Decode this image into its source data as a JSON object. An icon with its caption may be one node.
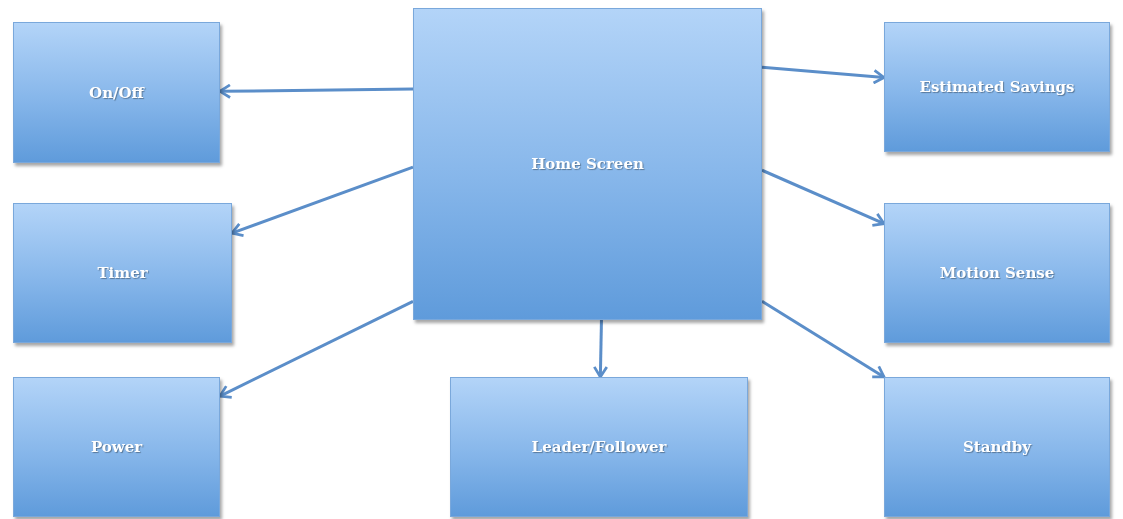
{
  "diagram": {
    "nodes": [
      {
        "text": [
          "Home Screen"
        ]
      },
      {
        "text": [
          "On/Off"
        ]
      },
      {
        "text": [
          "Timer"
        ]
      },
      {
        "text": [
          "Power"
        ]
      },
      {
        "text": [
          "Leader/Follower"
        ]
      },
      {
        "text": [
          "Estimated Savings"
        ]
      },
      {
        "text": [
          "Motion Sense"
        ]
      },
      {
        "text": [
          "Standby"
        ]
      }
    ],
    "edges": [
      {
        "from": 0,
        "to": 1,
        "arrow": "to"
      },
      {
        "from": 0,
        "to": 2,
        "arrow": "to"
      },
      {
        "from": 0,
        "to": 3,
        "arrow": "to"
      },
      {
        "from": 0,
        "to": 4,
        "arrow": "to"
      },
      {
        "from": 0,
        "to": 5,
        "arrow": "to"
      },
      {
        "from": 0,
        "to": 6,
        "arrow": "to"
      },
      {
        "from": 0,
        "to": 7,
        "arrow": "to"
      }
    ]
  }
}
